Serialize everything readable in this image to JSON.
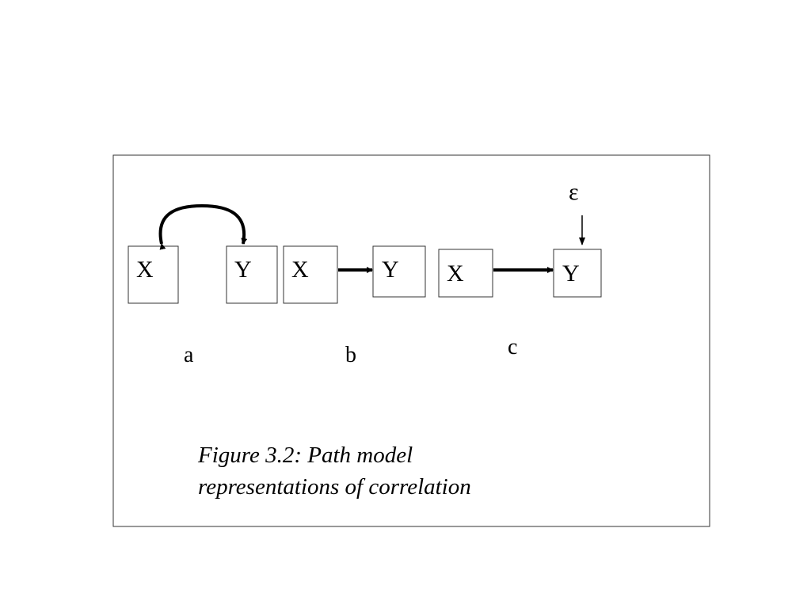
{
  "panels": [
    {
      "label": "a",
      "nodes": [
        {
          "label": "X"
        },
        {
          "label": "Y"
        }
      ],
      "edge": "curved-double-arrow"
    },
    {
      "label": "b",
      "nodes": [
        {
          "label": "X"
        },
        {
          "label": "Y"
        }
      ],
      "edge": "single-arrow"
    },
    {
      "label": "c",
      "nodes": [
        {
          "label": "X"
        },
        {
          "label": "Y"
        }
      ],
      "edge": "single-arrow",
      "error_term": "ε"
    }
  ],
  "caption": {
    "line1": "Figure 3.2: Path model",
    "line2": "representations of correlation"
  },
  "colors": {
    "stroke": "#000000",
    "box_border": "#333333",
    "background": "#ffffff"
  }
}
